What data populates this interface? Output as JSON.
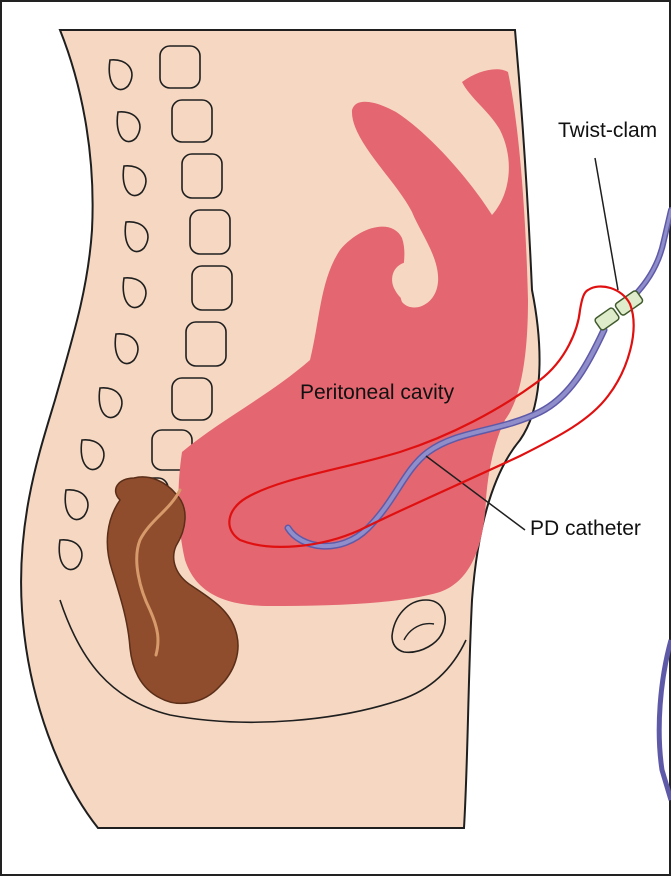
{
  "labels": {
    "peritoneal_cavity": "Peritoneal cavity",
    "twist_clamp": "Twist-clam",
    "pd_catheter": "PD catheter"
  },
  "colors": {
    "skin": "#f6d8c2",
    "cavity": "#e46670",
    "colon": "#8f4d2e",
    "colon_highlight": "#d79a6a",
    "catheter": "#8f8dca",
    "clamp": "#dfeccb",
    "annotation": "#e01010",
    "outline": "#1f1f1f"
  }
}
